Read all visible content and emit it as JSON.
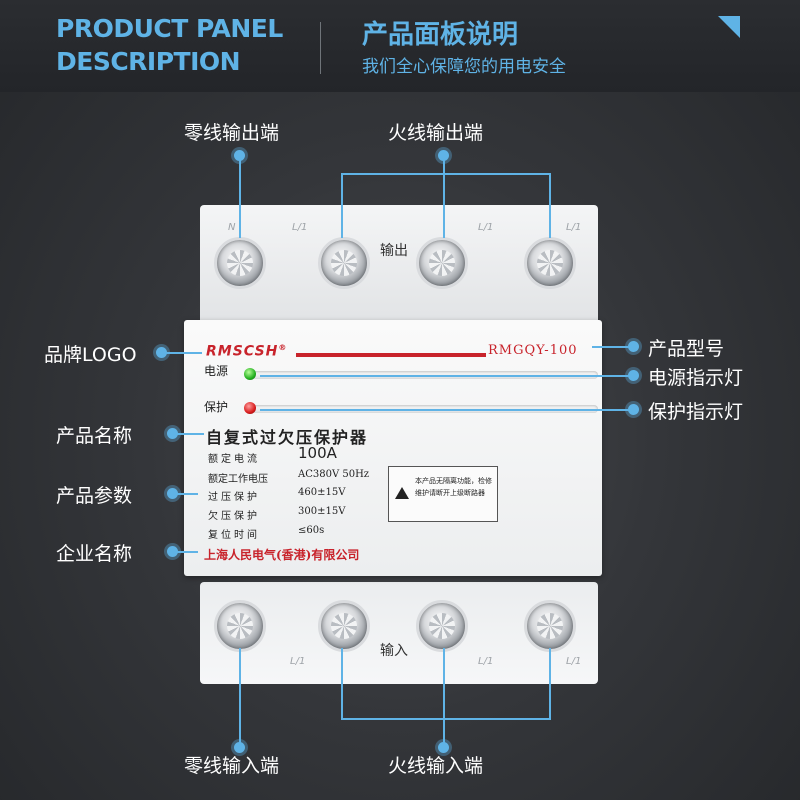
{
  "header": {
    "title_en_line1": "PRODUCT PANEL",
    "title_en_line2": "DESCRIPTION",
    "title_cn": "产品面板说明",
    "subtitle_cn": "我们全心保障您的用电安全"
  },
  "callouts": {
    "neutral_out": "零线输出端",
    "live_out": "火线输出端",
    "brand_logo": "品牌LOGO",
    "model_number": "产品型号",
    "power_light": "电源指示灯",
    "protect_light": "保护指示灯",
    "product_name": "产品名称",
    "product_params": "产品参数",
    "company_name": "企业名称",
    "neutral_in": "零线输入端",
    "live_in": "火线输入端"
  },
  "device": {
    "output_label": "输出",
    "input_label": "输入",
    "terminal_marks": [
      "N",
      "L/1",
      "L/1",
      "L/1"
    ],
    "brand": "RMSCSH",
    "brand_mark": "®",
    "model": "RMGQY-100",
    "power_label": "电源",
    "protect_label": "保护",
    "name": "自复式过欠压保护器",
    "specs": [
      {
        "key": "额定电流",
        "value": "100A"
      },
      {
        "key": "额定工作电压",
        "value": "AC380V 50Hz"
      },
      {
        "key": "过压保护",
        "value": "460±15V"
      },
      {
        "key": "欠压保护",
        "value": "300±15V"
      },
      {
        "key": "复位时间",
        "value": "≤60s"
      }
    ],
    "warning": "本产品无隔离功能，检修维护请断开上级断路器",
    "company": "上海人民电气(香港)有限公司"
  },
  "colors": {
    "accent": "#5fb3e6",
    "brand_red": "#c8232b",
    "background": "#36383c"
  }
}
